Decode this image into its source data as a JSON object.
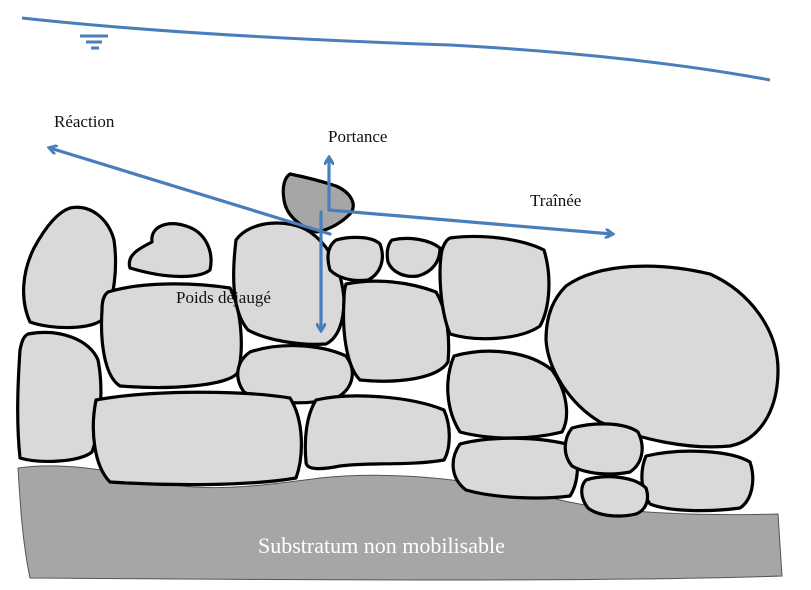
{
  "labels": {
    "reaction": "Réaction",
    "portance": "Portance",
    "trainee": "Traînée",
    "poids": "Poids déjaugé",
    "substratum": "Substratum non mobilisable"
  },
  "colors": {
    "water_line": "#4a7ebb",
    "vectors": "#4a7ebb",
    "stones": "#d9d9d9",
    "moving_stone": "#a6a6a6",
    "substratum": "#a6a6a6",
    "outline": "#000000"
  },
  "icons": {
    "water_level": "water-level-symbol"
  }
}
